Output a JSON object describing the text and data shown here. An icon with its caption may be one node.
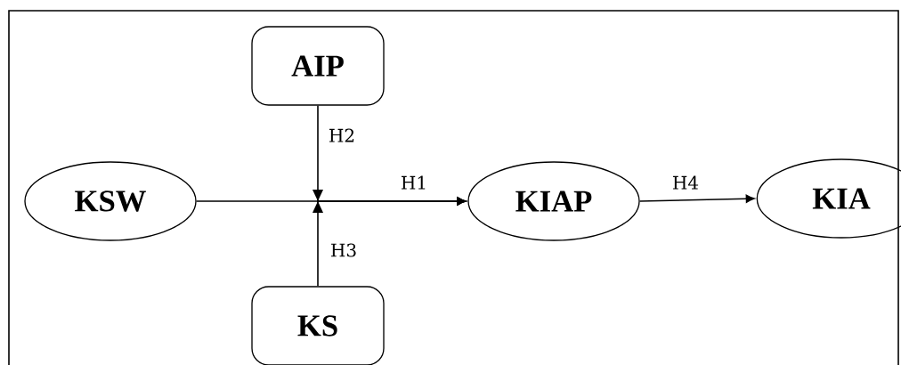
{
  "diagram": {
    "nodes": [
      {
        "text": [
          "AIP"
        ]
      },
      {
        "text": [
          "KSW"
        ]
      },
      {
        "text": [
          "KIAP"
        ]
      },
      {
        "text": [
          "KIA"
        ]
      },
      {
        "text": [
          "KS"
        ]
      }
    ],
    "edges": [
      {
        "from": 1,
        "to": 2,
        "arrow": "to",
        "label": "H1"
      },
      {
        "from": 0,
        "to": 2,
        "arrow": "to",
        "label": "H2"
      },
      {
        "from": 4,
        "to": 2,
        "arrow": "to",
        "label": "H3"
      },
      {
        "from": 2,
        "to": 3,
        "arrow": "to",
        "label": "H4"
      }
    ]
  }
}
